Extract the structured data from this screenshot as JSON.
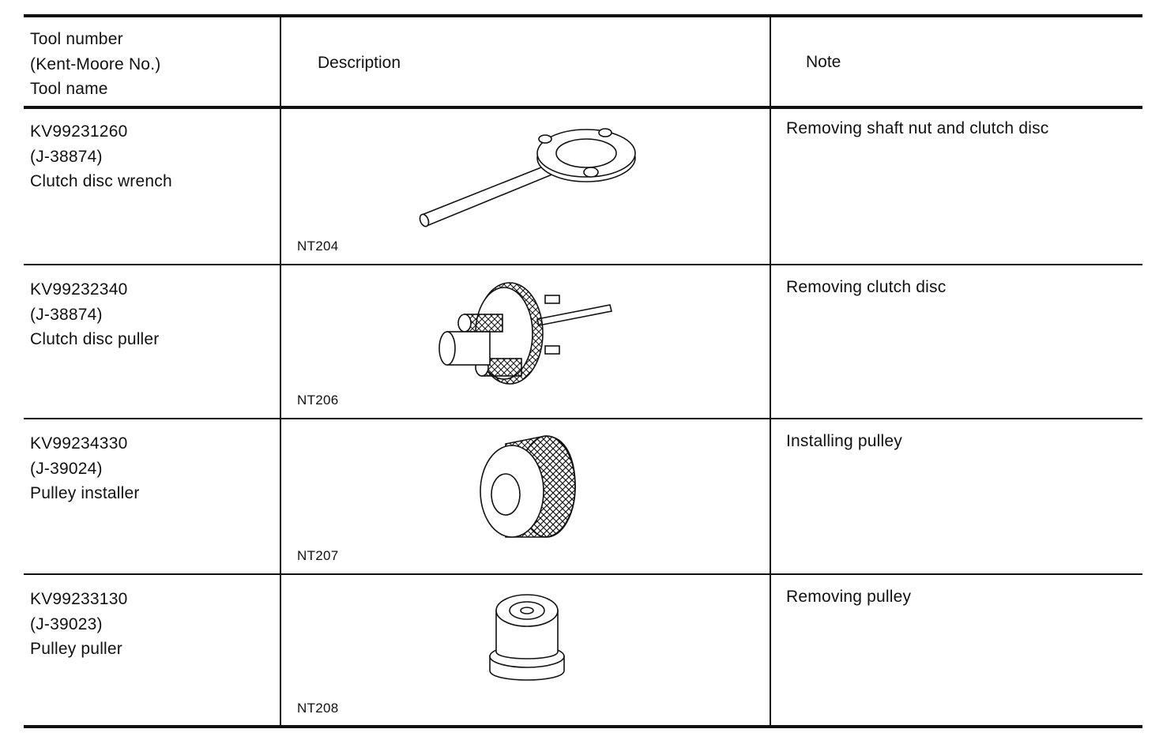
{
  "header": {
    "col1": [
      "Tool number",
      "(Kent-Moore No.)",
      "Tool name"
    ],
    "col2": "Description",
    "col3": "Note"
  },
  "rows": [
    {
      "tool_number": "KV99231260",
      "kent_moore": "(J-38874)",
      "tool_name": "Clutch disc wrench",
      "figure_code": "NT204",
      "note": "Removing shaft nut and clutch disc",
      "icon": "clutch-disc-wrench-illustration"
    },
    {
      "tool_number": "KV99232340",
      "kent_moore": "(J-38874)",
      "tool_name": "Clutch disc puller",
      "figure_code": "NT206",
      "note": "Removing clutch disc",
      "icon": "clutch-disc-puller-illustration"
    },
    {
      "tool_number": "KV99234330",
      "kent_moore": "(J-39024)",
      "tool_name": "Pulley installer",
      "figure_code": "NT207",
      "note": "Installing pulley",
      "icon": "pulley-installer-illustration"
    },
    {
      "tool_number": "KV99233130",
      "kent_moore": "(J-39023)",
      "tool_name": "Pulley puller",
      "figure_code": "NT208",
      "note": "Removing pulley",
      "icon": "pulley-puller-illustration"
    }
  ]
}
